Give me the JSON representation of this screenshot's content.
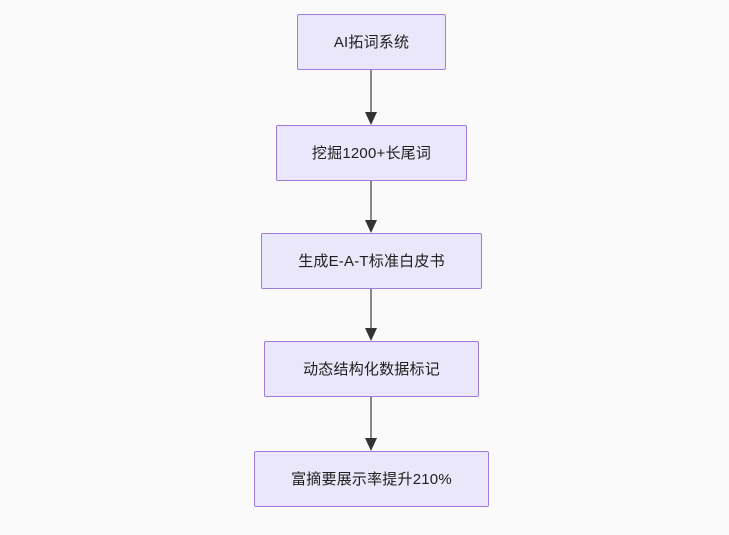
{
  "diagram": {
    "type": "flowchart",
    "direction": "top-to-bottom",
    "background_color": "#fafafa",
    "node_fill_color": "#eae7fa",
    "node_border_color": "#9f7cdb",
    "edge_line_color": "#888888",
    "edge_arrow_color": "#333333",
    "nodes": [
      {
        "id": "n1",
        "label": "AI拓词系统"
      },
      {
        "id": "n2",
        "label": "挖掘1200+长尾词"
      },
      {
        "id": "n3",
        "label": "生成E-A-T标准白皮书"
      },
      {
        "id": "n4",
        "label": "动态结构化数据标记"
      },
      {
        "id": "n5",
        "label": "富摘要展示率提升210%"
      }
    ],
    "edges": [
      {
        "id": "e1",
        "from": "n1",
        "to": "n2",
        "label": ""
      },
      {
        "id": "e2",
        "from": "n2",
        "to": "n3",
        "label": ""
      },
      {
        "id": "e3",
        "from": "n3",
        "to": "n4",
        "label": ""
      },
      {
        "id": "e4",
        "from": "n4",
        "to": "n5",
        "label": ""
      }
    ]
  }
}
